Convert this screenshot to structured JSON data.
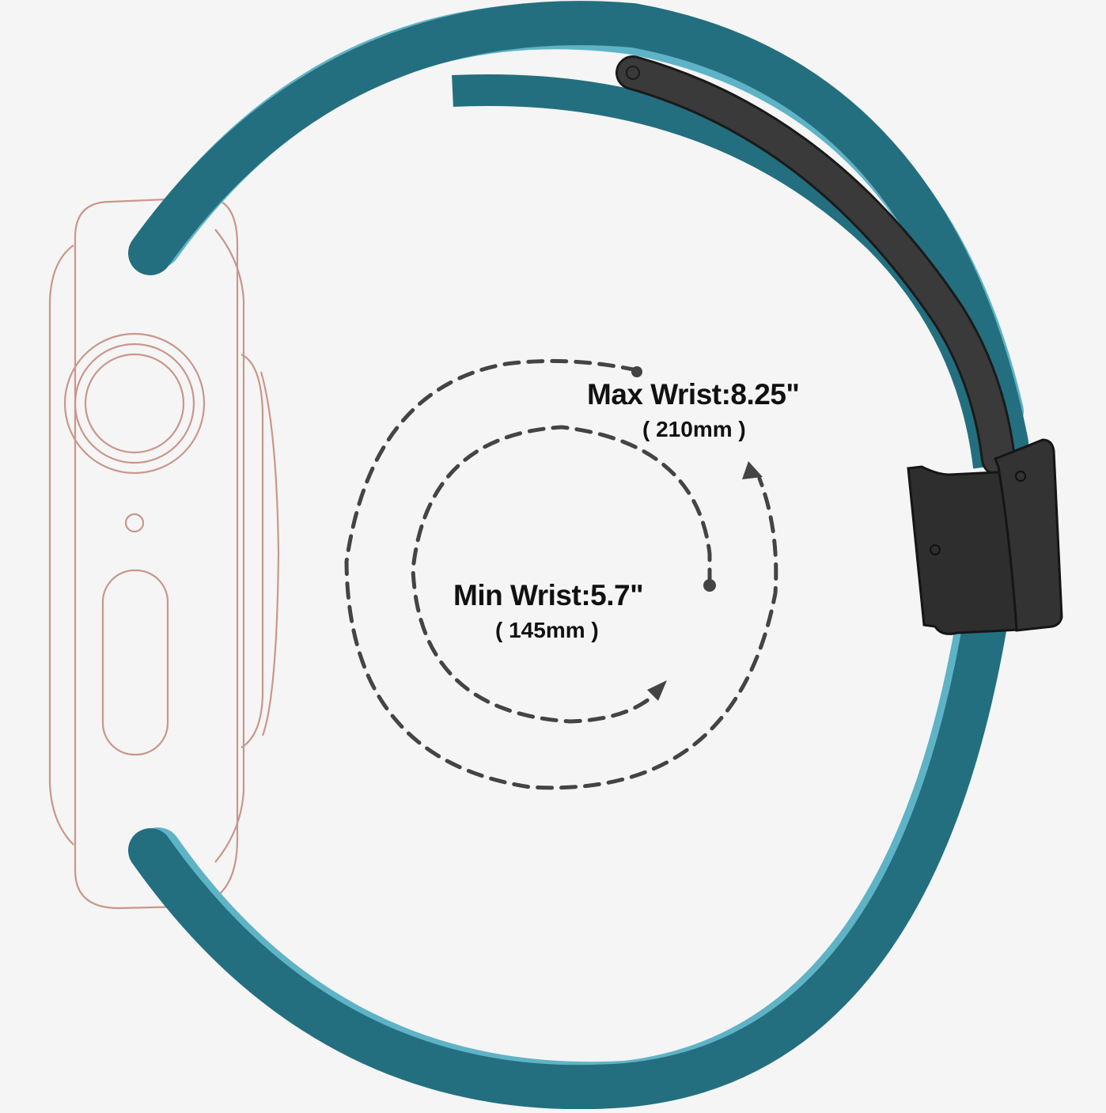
{
  "figure": {
    "max_wrist": {
      "title": "Max Wrist:8.25\"",
      "metric": "( 210mm )"
    },
    "min_wrist": {
      "title": "Min Wrist:5.7\"",
      "metric": "( 145mm )"
    }
  },
  "colors": {
    "background": "#f5f5f5",
    "band_teal": "#236f7f",
    "band_inner_light": "#5fb3c6",
    "watch_outline": "#c9968c",
    "clasp_black": "#2e2e2e",
    "dash_gray": "#444444"
  },
  "icons": {
    "watch": "watch-outline-icon",
    "band": "strap-band-icon",
    "clasp": "magnetic-clasp-icon",
    "size_arrows": "circular-dashed-arrow-icon"
  }
}
